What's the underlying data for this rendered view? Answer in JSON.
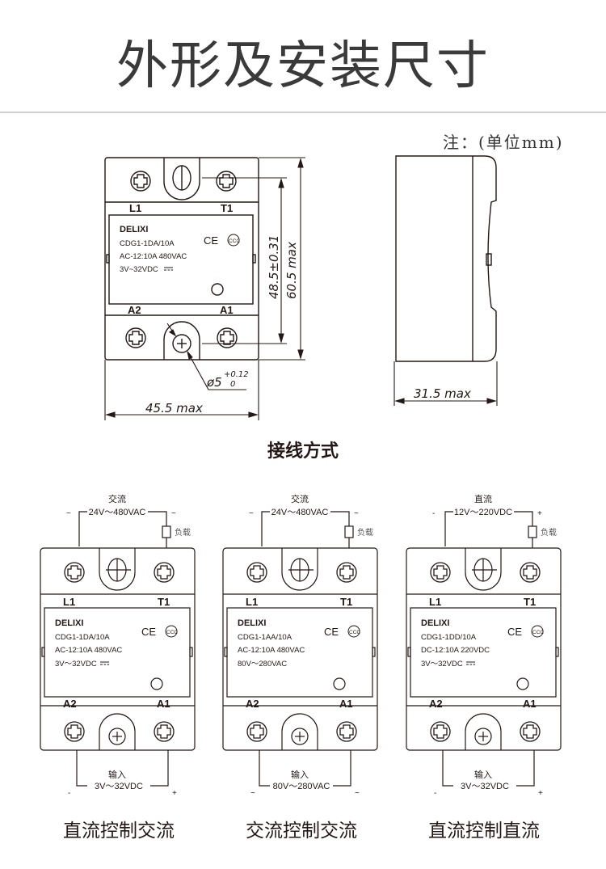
{
  "header": {
    "title": "外形及安装尺寸",
    "unit_note": "注：(单位mm)"
  },
  "dimension_drawing": {
    "front_view": {
      "brand": "DELIXI",
      "model": "CDG1-1DA/10A",
      "rating": "AC-12:10A  480VAC",
      "control": "3V~32VDC",
      "terminal_labels": [
        "L1",
        "T1",
        "A2",
        "A1"
      ],
      "height_mount": "48.5±0.31",
      "height_max": "60.5  max",
      "width_max": "45.5  max",
      "hole_diameter": "ø5",
      "hole_tol_upper": "+0.12",
      "hole_tol_lower": "0"
    },
    "side_view": {
      "depth_max": "31.5  max"
    }
  },
  "wiring": {
    "title": "接线方式",
    "load_label": "负载",
    "input_label": "输入",
    "diagrams": [
      {
        "caption": "直流控制交流",
        "supply_type": "交流",
        "supply_range": "24V～480VAC",
        "supply_left_sign": "~",
        "supply_right_sign": "~",
        "model": "CDG1-1DA/10A",
        "rating": "AC-12:10A  480VAC",
        "control": "3V～32VDC",
        "dc_symbol": true,
        "input_range": "3V～32VDC",
        "input_left_sign": "-",
        "input_right_sign": "+"
      },
      {
        "caption": "交流控制交流",
        "supply_type": "交流",
        "supply_range": "24V～480VAC",
        "supply_left_sign": "~",
        "supply_right_sign": "~",
        "model": "CDG1-1AA/10A",
        "rating": "AC-12:10A  480VAC",
        "control": "80V～280VAC",
        "dc_symbol": false,
        "input_range": "80V～280VAC",
        "input_left_sign": "~",
        "input_right_sign": "~"
      },
      {
        "caption": "直流控制直流",
        "supply_type": "直流",
        "supply_range": "12V～220VDC",
        "supply_left_sign": "-",
        "supply_right_sign": "+",
        "model": "CDG1-1DD/10A",
        "rating": "DC-12:10A  220VDC",
        "control": "3V～32VDC",
        "dc_symbol": true,
        "input_range": "3V～32VDC",
        "input_left_sign": "-",
        "input_right_sign": "+"
      }
    ]
  },
  "labels": {
    "brand": "DELIXI",
    "ce_mark": "CE",
    "ccc_mark": "CCC",
    "L1": "L1",
    "T1": "T1",
    "A1": "A1",
    "A2": "A2"
  }
}
